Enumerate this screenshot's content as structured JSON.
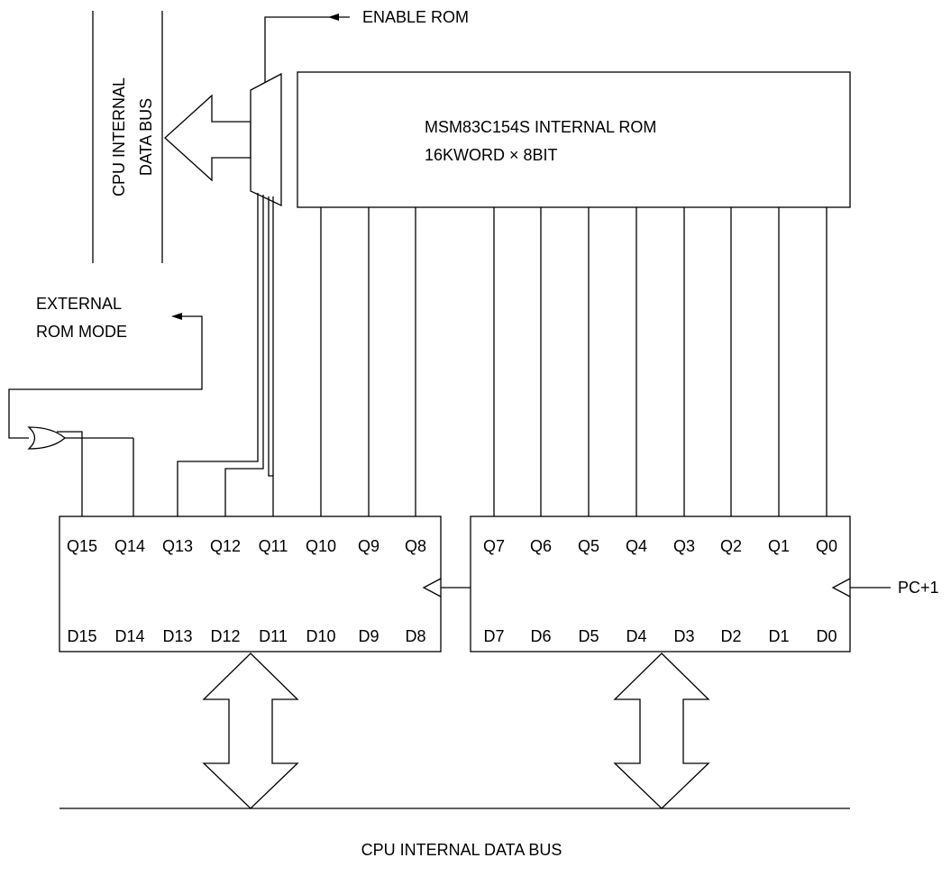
{
  "labels": {
    "enable_rom": "ENABLE ROM",
    "rom_title": "MSM83C154S INTERNAL ROM",
    "rom_size": "16KWORD × 8BIT",
    "cpu_bus_top_line1": "CPU INTERNAL",
    "cpu_bus_top_line2": "DATA BUS",
    "external_rom_line1": "EXTERNAL",
    "external_rom_line2": "ROM MODE",
    "pc_plus_1": "PC+1",
    "cpu_bus_bottom": "CPU INTERNAL DATA BUS"
  },
  "high_counter": {
    "q": [
      "Q15",
      "Q14",
      "Q13",
      "Q12",
      "Q11",
      "Q10",
      "Q9",
      "Q8"
    ],
    "d": [
      "D15",
      "D14",
      "D13",
      "D12",
      "D11",
      "D10",
      "D9",
      "D8"
    ]
  },
  "low_counter": {
    "q": [
      "Q7",
      "Q6",
      "Q5",
      "Q4",
      "Q3",
      "Q2",
      "Q1",
      "Q0"
    ],
    "d": [
      "D7",
      "D6",
      "D5",
      "D4",
      "D3",
      "D2",
      "D1",
      "D0"
    ]
  }
}
